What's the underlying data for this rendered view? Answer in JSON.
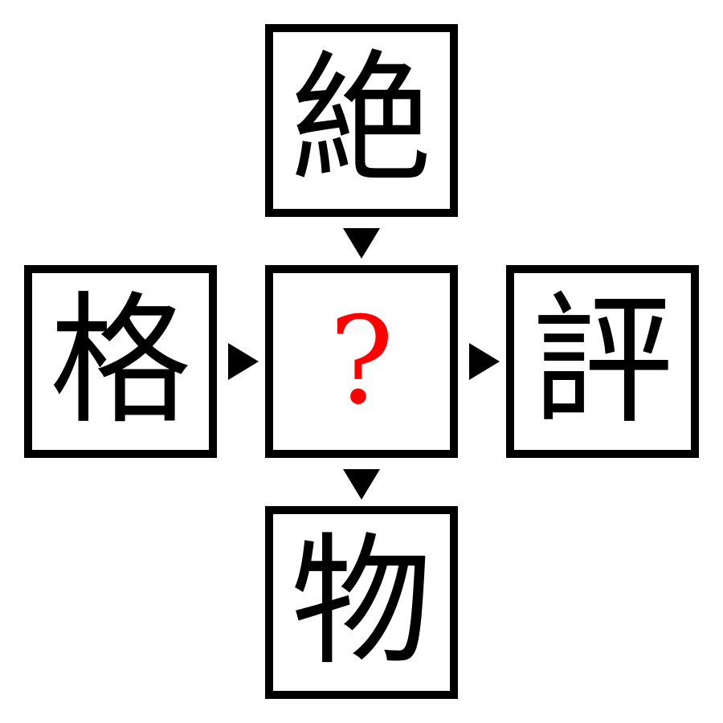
{
  "puzzle": {
    "top": "絶",
    "left": "格",
    "center": "?",
    "right": "評",
    "bottom": "物"
  },
  "colors": {
    "border": "#000000",
    "tile_background": "#ffffff",
    "glyph": "#000000",
    "question": "#ff0000"
  },
  "icons": {
    "arrow_down": "triangle-down-icon",
    "arrow_right": "triangle-right-icon"
  }
}
